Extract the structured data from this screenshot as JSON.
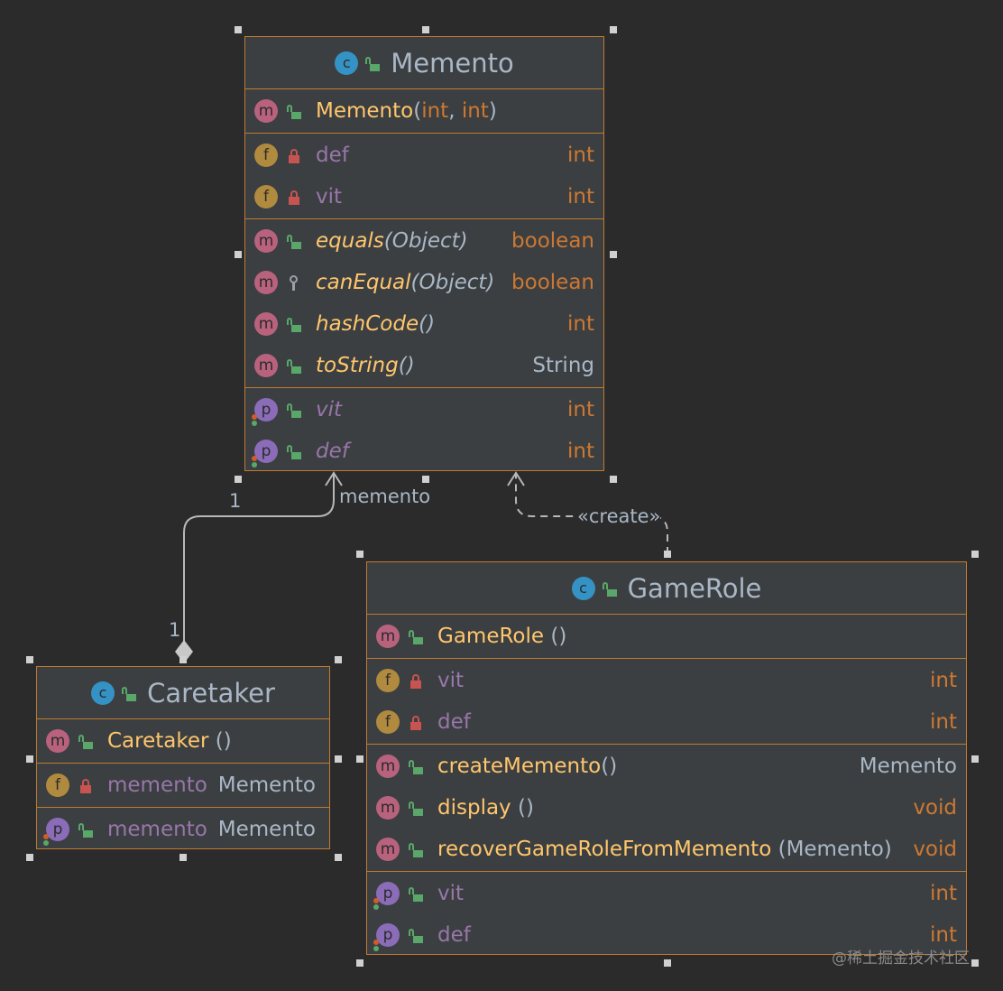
{
  "memento": {
    "title": "Memento",
    "constructor": {
      "name": "Memento",
      "open": "(",
      "p1": "int",
      "sep": ", ",
      "p2": "int",
      "close": ")"
    },
    "fields": [
      {
        "name": "def",
        "type": "int"
      },
      {
        "name": "vit",
        "type": "int"
      }
    ],
    "methods": [
      {
        "name": "equals",
        "params": "(Object)",
        "type": "boolean"
      },
      {
        "name": "canEqual",
        "params": "(Object)",
        "type": "boolean"
      },
      {
        "name": "hashCode",
        "params": "()",
        "type": "int"
      },
      {
        "name": "toString",
        "params": "()",
        "type": "String"
      }
    ],
    "properties": [
      {
        "name": "vit",
        "type": "int"
      },
      {
        "name": "def",
        "type": "int"
      }
    ]
  },
  "caretaker": {
    "title": "Caretaker",
    "constructor": {
      "name": "Caretaker",
      "params": " ()"
    },
    "field": {
      "name": "memento",
      "type": "Memento"
    },
    "property": {
      "name": "memento",
      "type": "Memento"
    }
  },
  "gamerole": {
    "title": "GameRole",
    "constructor": {
      "name": "GameRole",
      "params": " ()"
    },
    "fields": [
      {
        "name": "vit",
        "type": "int"
      },
      {
        "name": "def",
        "type": "int"
      }
    ],
    "methods": [
      {
        "name": "createMemento",
        "params": "()",
        "type": "Memento"
      },
      {
        "name": "display",
        "params": " ()",
        "type": "void"
      },
      {
        "name": "recoverGameRoleFromMemento",
        "params": " (Memento)",
        "type": "void"
      }
    ],
    "properties": [
      {
        "name": "vit",
        "type": "int"
      },
      {
        "name": "def",
        "type": "int"
      }
    ]
  },
  "relations": {
    "association_label": "memento",
    "multiplicity_source": "1",
    "multiplicity_target": "1",
    "dependency_label": "«create»"
  },
  "icons": {
    "class_letter": "c",
    "method_letter": "m",
    "field_letter": "f",
    "property_letter": "p"
  },
  "watermark": "@稀土掘金技术社区",
  "colors": {
    "background": "#2b2b2b",
    "box": "#3c3f41",
    "border": "#c07a30",
    "method_name": "#ffc66d",
    "keyword": "#cc7832",
    "field_name": "#9876aa"
  }
}
